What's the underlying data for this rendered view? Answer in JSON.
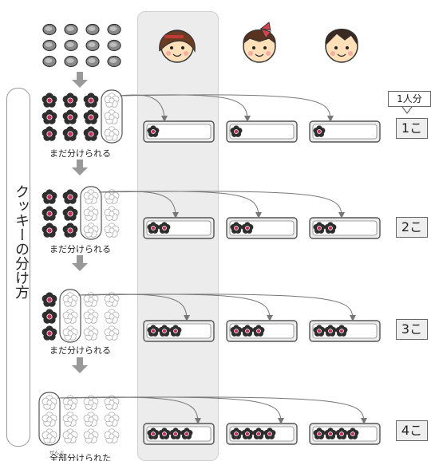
{
  "sidebar": {
    "title": "クッキーの分け方"
  },
  "per_person_label": "1人分",
  "steps": [
    {
      "status": "まだ分けられる",
      "count": "1こ"
    },
    {
      "status": "まだ分けられる",
      "count": "2こ"
    },
    {
      "status": "まだ分けられる",
      "count": "3こ"
    },
    {
      "status": "全部分けられた",
      "ruby": "ぜんぶ",
      "count": "4こ"
    }
  ],
  "people": [
    {
      "icon": "girl-face-icon"
    },
    {
      "icon": "girl-with-bow-face-icon"
    },
    {
      "icon": "boy-face-icon"
    }
  ],
  "colors": {
    "cookie_fill": "#2e2e2e",
    "flower_fill": "#c0305a",
    "highlight": "#ececec",
    "arrow": "#999999"
  }
}
